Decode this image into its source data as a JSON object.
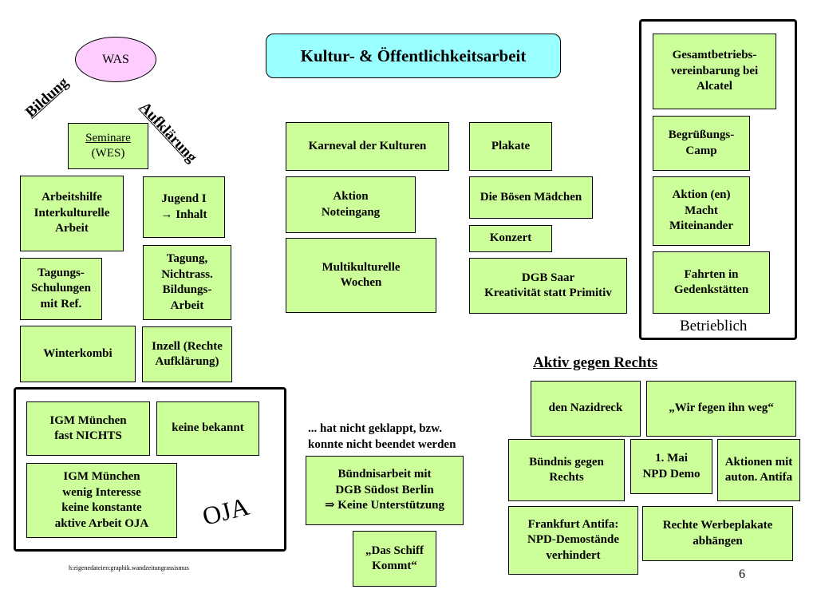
{
  "title": "Kultur- & Öffentlichkeitsarbeit",
  "was": "WAS",
  "labels": {
    "bildung": "Bildung",
    "aufklaerung": "Aufklärung",
    "betrieblich": "Betrieblich",
    "aktiv_gegen_rechts": "Aktiv gegen Rechts",
    "oja": "OJA",
    "not_worked": "... hat nicht geklappt, bzw.\nkonnte nicht beendet werden",
    "footer_path": "h:eigenedateien:graphik.wandzeitungrassismus",
    "page_number": "6"
  },
  "seminare": {
    "title": "Seminare",
    "sub": "(WES)"
  },
  "bildung_boxes": {
    "arbeitshilfe": "Arbeitshilfe\nInterkulturelle\nArbeit",
    "jugend": "Jugend I\n→ Inhalt",
    "tagungs_schulungen": "Tagungs-\nSchulungen\nmit Ref.",
    "tagung_nichtrass": "Tagung,\nNichtrass.\nBildungs-\nArbeit",
    "winterkombi": "Winterkombi",
    "inzell": "Inzell (Rechte\nAufklärung)"
  },
  "oja_boxes": {
    "igm_nichts": "IGM München\nfast NICHTS",
    "keine_bekannt": "keine bekannt",
    "igm_interesse": "IGM München\nwenig Interesse\nkeine konstante\naktive Arbeit OJA"
  },
  "kultur_boxes": {
    "karneval": "Karneval der Kulturen",
    "plakate": "Plakate",
    "noteingang": "Aktion\nNoteingang",
    "boesen_maedchen": "Die Bösen Mädchen",
    "konzert": "Konzert",
    "multikulturelle": "Multikulturelle\nWochen",
    "dgb_saar": "DGB Saar\nKreativität statt Primitiv"
  },
  "failed_boxes": {
    "buendnisarbeit": "Bündnisarbeit mit\nDGB Südost Berlin\n⇒ Keine Unterstützung",
    "schiff": "„Das Schiff\nKommt“"
  },
  "betrieblich_boxes": {
    "gesamtbetriebs": "Gesamtbetriebs-\nvereinbarung bei\nAlcatel",
    "begruessungs": "Begrüßungs-\nCamp",
    "aktion_macht": "Aktion (en)\nMacht\nMiteinander",
    "fahrten": "Fahrten in\nGedenkstätten"
  },
  "rechts_boxes": {
    "nazidreck": "den Nazidreck",
    "wir_fegen": "„Wir fegen ihn weg“",
    "buendnis": "Bündnis gegen\nRechts",
    "mai": "1. Mai\nNPD Demo",
    "aktionen_antifa": "Aktionen mit\nauton. Antifa",
    "frankfurt": "Frankfurt Antifa:\nNPD-Demostände\nverhindert",
    "werbeplakate": "Rechte Werbeplakate\nabhängen"
  }
}
